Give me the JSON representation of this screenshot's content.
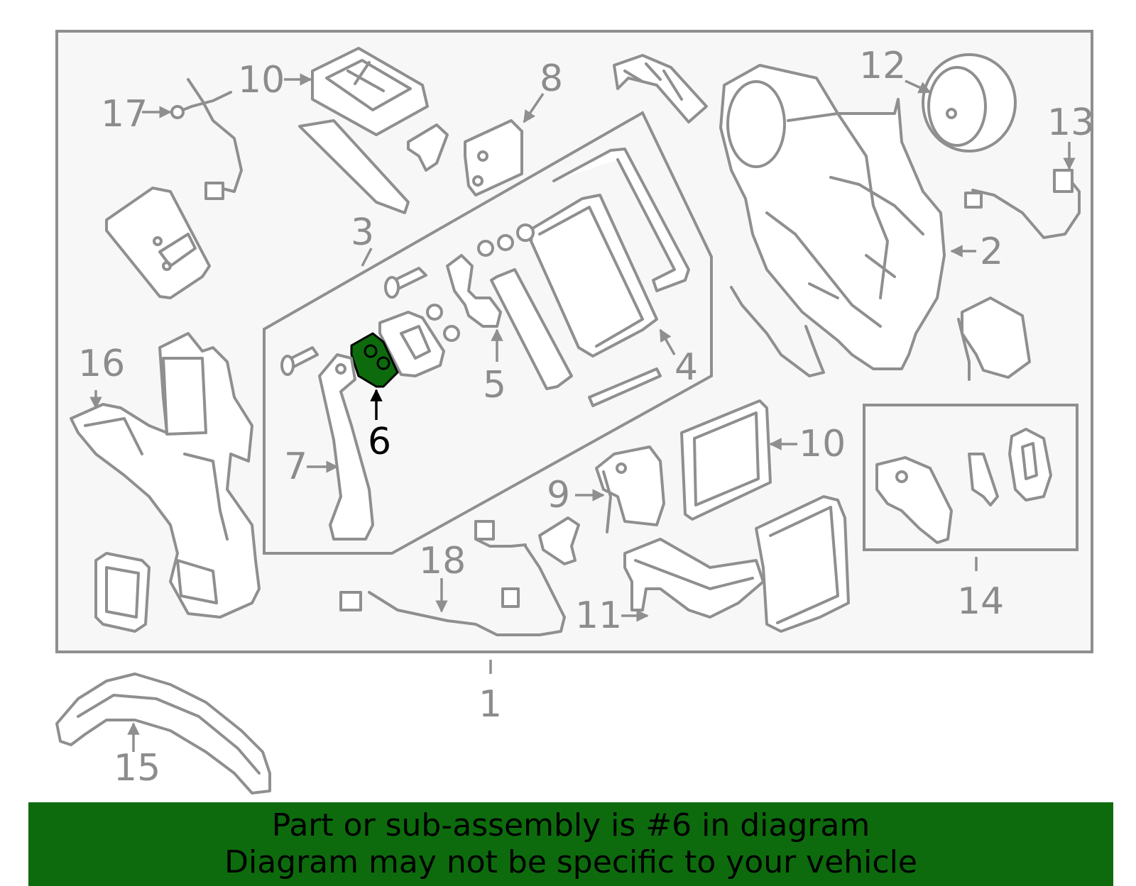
{
  "diagram": {
    "highlight_color": "#0d6b0d",
    "labels": [
      {
        "id": "1",
        "text": "1"
      },
      {
        "id": "2",
        "text": "2"
      },
      {
        "id": "3",
        "text": "3"
      },
      {
        "id": "4",
        "text": "4"
      },
      {
        "id": "5",
        "text": "5"
      },
      {
        "id": "6",
        "text": "6",
        "highlighted": true
      },
      {
        "id": "7",
        "text": "7"
      },
      {
        "id": "8",
        "text": "8"
      },
      {
        "id": "9",
        "text": "9"
      },
      {
        "id": "10a",
        "text": "10"
      },
      {
        "id": "10b",
        "text": "10"
      },
      {
        "id": "11",
        "text": "11"
      },
      {
        "id": "12",
        "text": "12"
      },
      {
        "id": "13",
        "text": "13"
      },
      {
        "id": "14",
        "text": "14"
      },
      {
        "id": "15",
        "text": "15"
      },
      {
        "id": "16",
        "text": "16"
      },
      {
        "id": "17",
        "text": "17"
      },
      {
        "id": "18",
        "text": "18"
      }
    ]
  },
  "banner": {
    "line1": "Part or sub-assembly is #6 in diagram",
    "line2": "Diagram may not be specific to your vehicle"
  }
}
